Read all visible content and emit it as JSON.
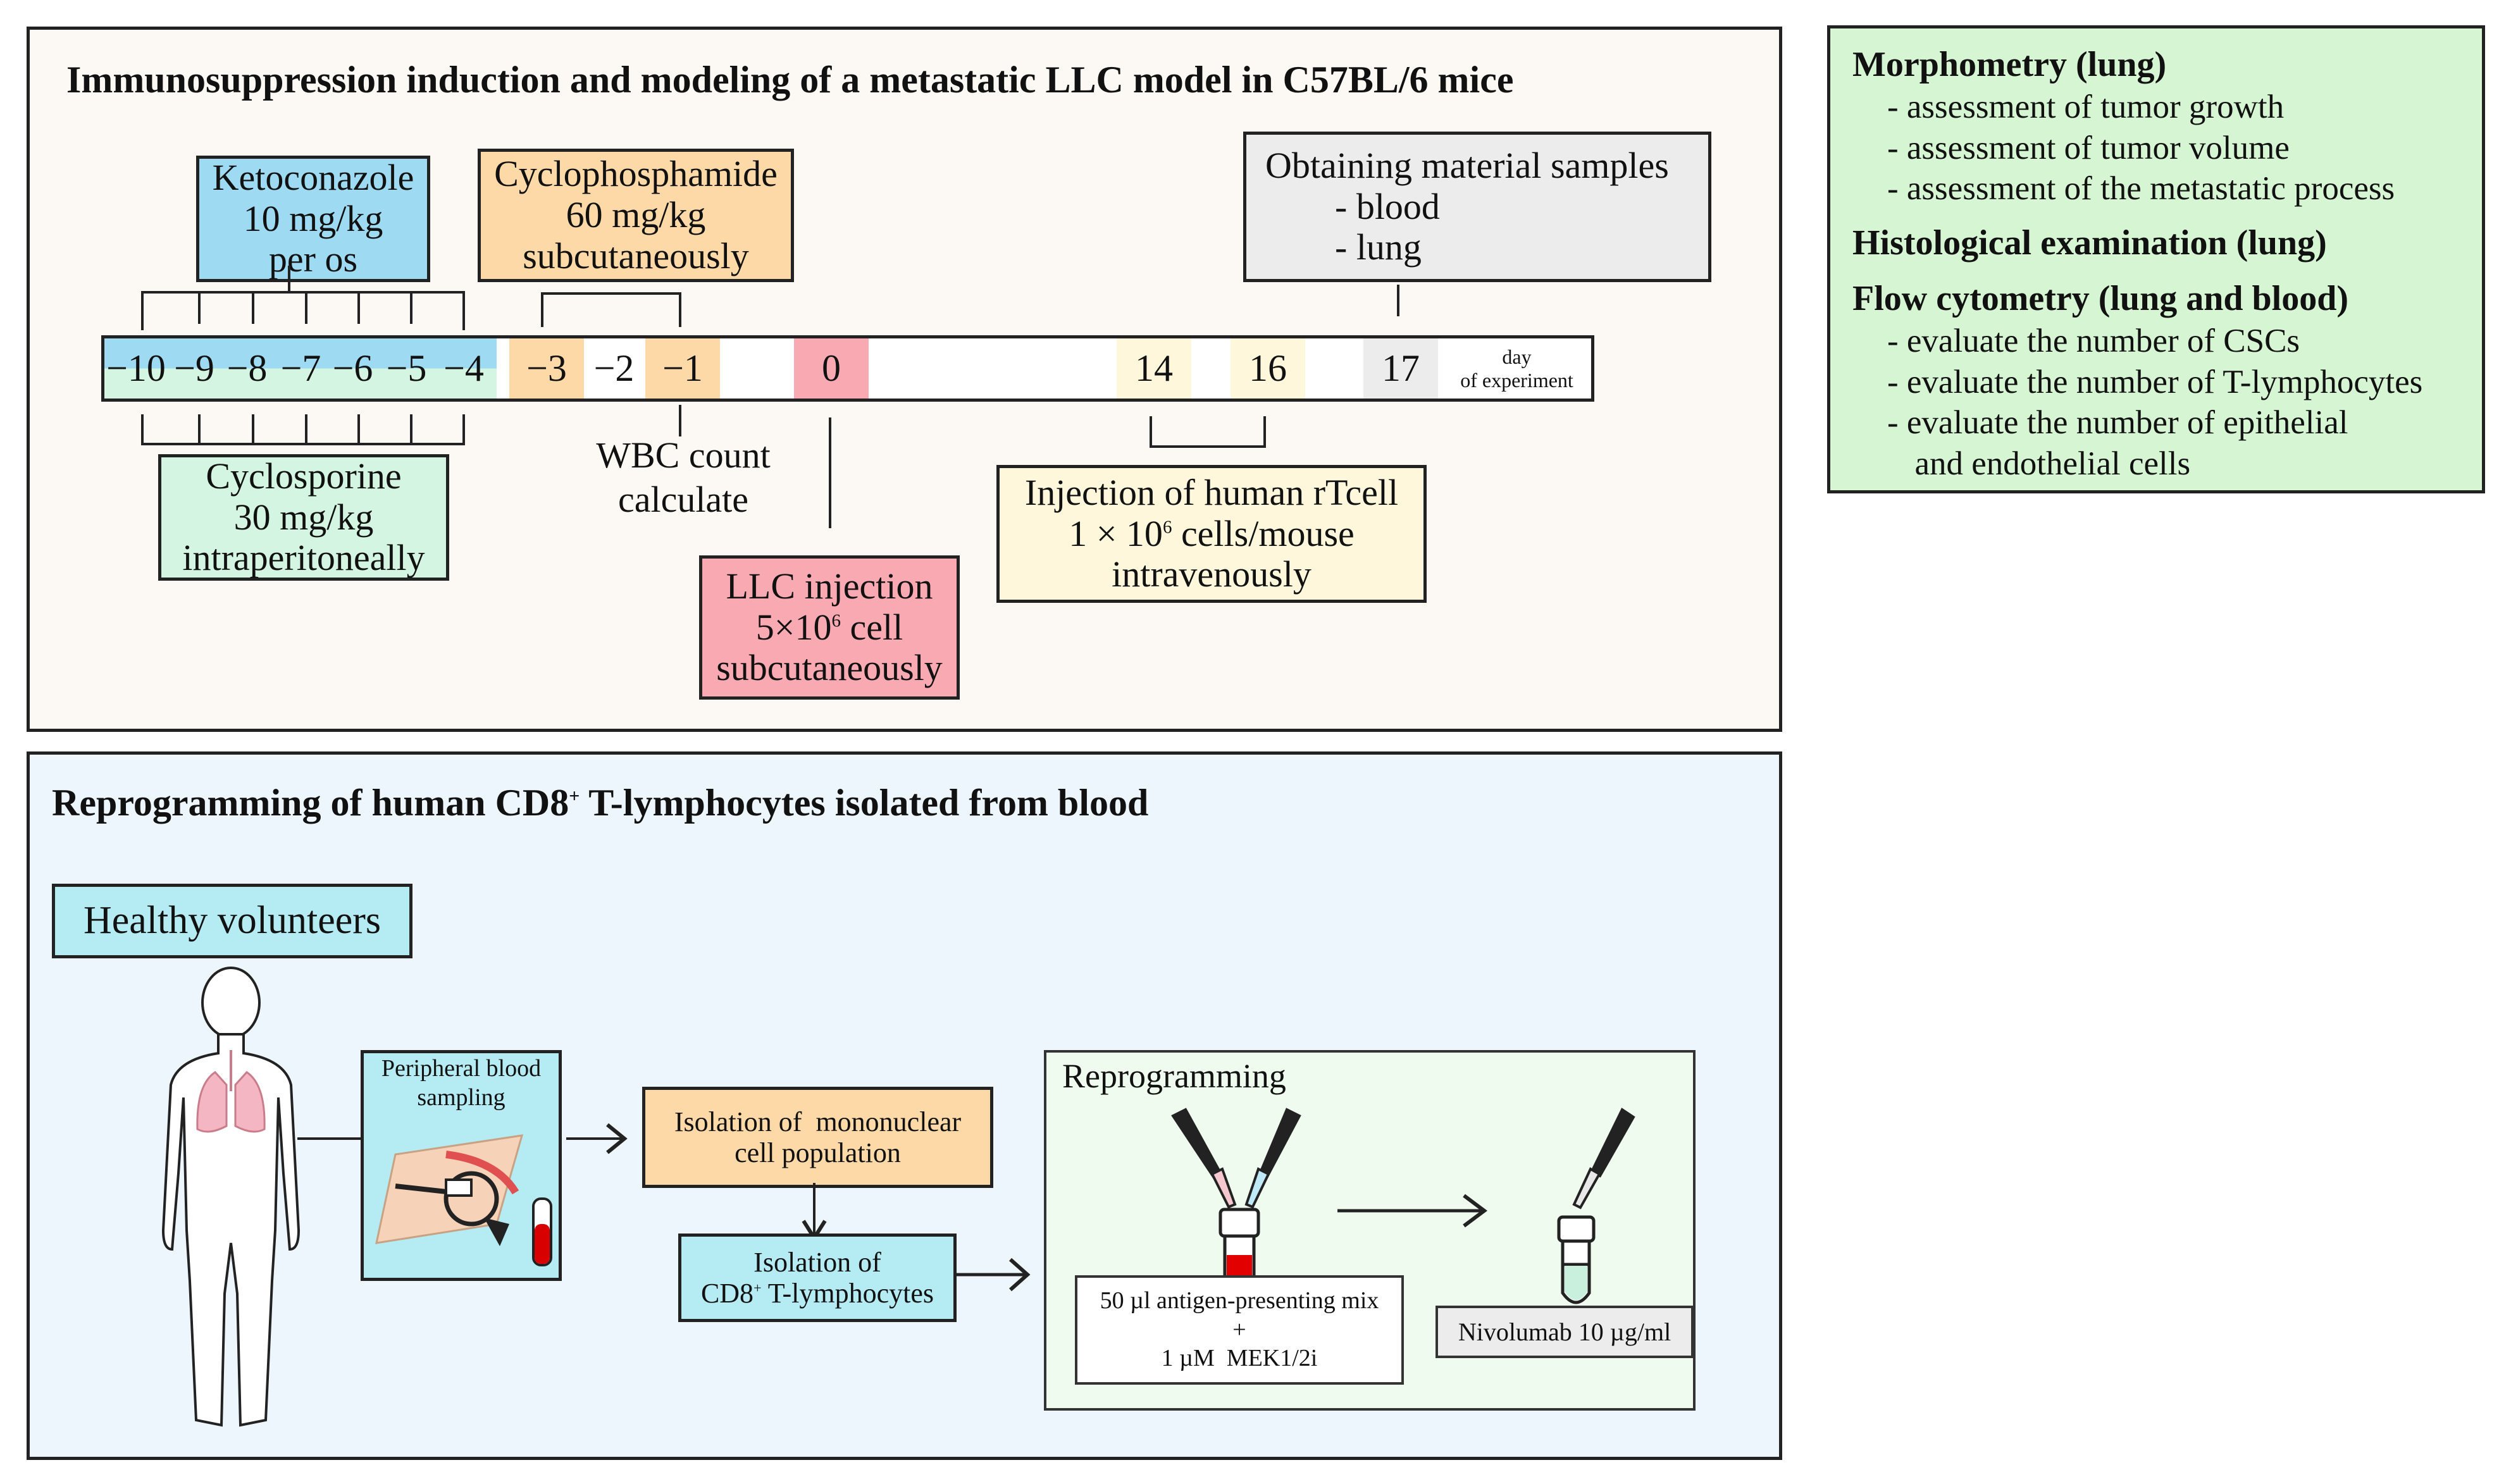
{
  "colors": {
    "panel_top_bg": "#fcf8f3",
    "panel_bottom_bg": "#eef6fd",
    "right_box_bg": "#d6f5d3",
    "ketoconazole_bg": "#9edaf2",
    "cyclophosphamide_bg": "#fdd9a8",
    "cyclosporine_bg": "#d4f5e2",
    "llc_bg": "#f8a9b1",
    "rtcell_bg": "#fef7dc",
    "samples_bg": "#ececec",
    "healthy_bg": "#b5ebf2",
    "mononuclear_bg": "#fdd9a8",
    "cd8_bg": "#b5ebf2",
    "reprog_bg": "#eefbee",
    "nivolumab_bg": "#ececec"
  },
  "top_panel": {
    "title": "Immunosuppression induction and modeling of a metastatic LLC model in C57BL/6 mice",
    "ketoconazole": {
      "line1": "Ketoconazole",
      "line2": "10 mg/kg",
      "line3": "per os"
    },
    "cyclophosphamide": {
      "line1": "Cyclophosphamide",
      "line2": "60 mg/kg",
      "line3": "subcutaneously"
    },
    "samples": {
      "line1": "Obtaining material samples",
      "line2": "- blood",
      "line3": "- lung"
    },
    "cyclosporine": {
      "line1": "Cyclosporine",
      "line2": "30 mg/kg",
      "line3": "intraperitoneally"
    },
    "wbc": {
      "line1": "WBC count",
      "line2": "calculate"
    },
    "llc": {
      "line1": "LLC injection",
      "line2_pre": "5×10",
      "line2_sup": "6",
      "line2_post": " cell",
      "line3": "subcutaneously"
    },
    "rtcell": {
      "line1": "Injection of human rTcell",
      "line2_pre": "1 × 10",
      "line2_sup": "6",
      "line2_post": " cells/mouse",
      "line3": "intravenously"
    },
    "timeline": {
      "days": [
        "−10",
        "−9",
        "−8",
        "−7",
        "−6",
        "−5",
        "−4",
        "−3",
        "−2",
        "−1",
        "0",
        "14",
        "16",
        "17"
      ],
      "unit_line1": "day",
      "unit_line2": "of experiment"
    }
  },
  "right_box": {
    "sections": [
      {
        "heading": "Morphometry (lung)",
        "items": [
          "- assessment of tumor growth",
          "- assessment of tumor volume",
          "- assessment of the metastatic process"
        ]
      },
      {
        "heading": "Histological examination (lung)",
        "items": []
      },
      {
        "heading": "Flow cytometry (lung and blood)",
        "items": [
          "- evaluate the number of CSCs",
          "- evaluate the number of T-lymphocytes",
          "- evaluate the number of epithelial",
          "  and endothelial cells"
        ]
      }
    ]
  },
  "bottom_panel": {
    "title_pre": "Reprogramming of human CD8",
    "title_sup": "+",
    "title_post": " T-lymphocytes isolated from blood",
    "healthy": "Healthy volunteers",
    "blood_sampling": {
      "line1": "Peripheral blood",
      "line2": "sampling"
    },
    "mononuclear": {
      "line1": "Isolation of  mononuclear",
      "line2": "cell population"
    },
    "cd8": {
      "line1": "Isolation of",
      "line2_pre": "CD8",
      "line2_sup": "+",
      "line2_post": " T-lymphocytes"
    },
    "reprogramming": {
      "title": "Reprogramming",
      "mix": {
        "line1": "50 µl antigen-presenting mix",
        "line2": "+",
        "line3": "1 µM  MEK1/2i"
      },
      "nivolumab": "Nivolumab 10 µg/ml"
    }
  }
}
